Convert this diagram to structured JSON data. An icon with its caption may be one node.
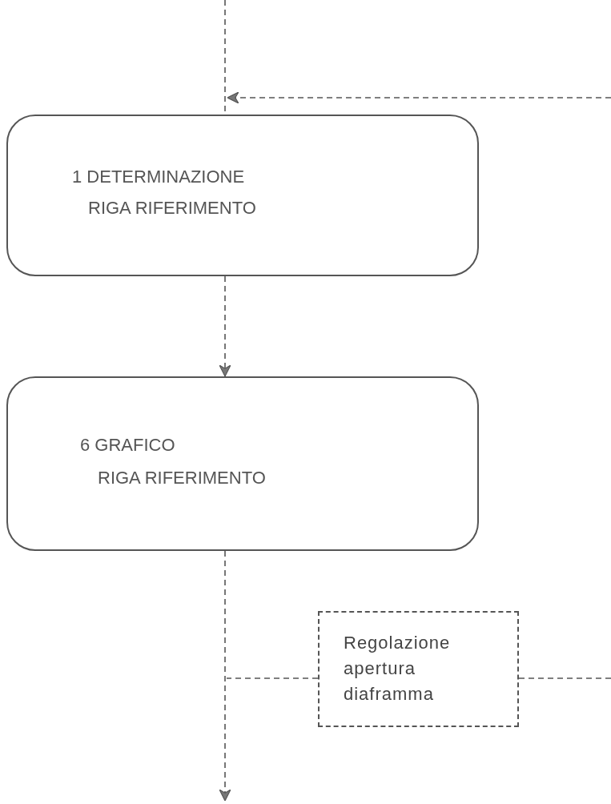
{
  "diagram": {
    "nodes": [
      {
        "text": [
          "1 DETERMINAZIONE",
          "RIGA RIFERIMENTO"
        ]
      },
      {
        "text": [
          "6 GRAFICO",
          "RIGA RIFERIMENTO"
        ]
      },
      {
        "text": [
          "Regolazione apertura diaframma"
        ]
      }
    ],
    "edges": [
      {
        "from": null,
        "to": 0,
        "arrow": "none"
      },
      {
        "from": null,
        "to": 0,
        "arrow": "to"
      },
      {
        "from": 0,
        "to": 1,
        "arrow": "to"
      },
      {
        "from": 1,
        "to": null,
        "arrow": "to"
      },
      {
        "from": 2,
        "to": null,
        "arrow": "none"
      },
      {
        "from": 2,
        "to": null,
        "arrow": "none"
      }
    ]
  }
}
